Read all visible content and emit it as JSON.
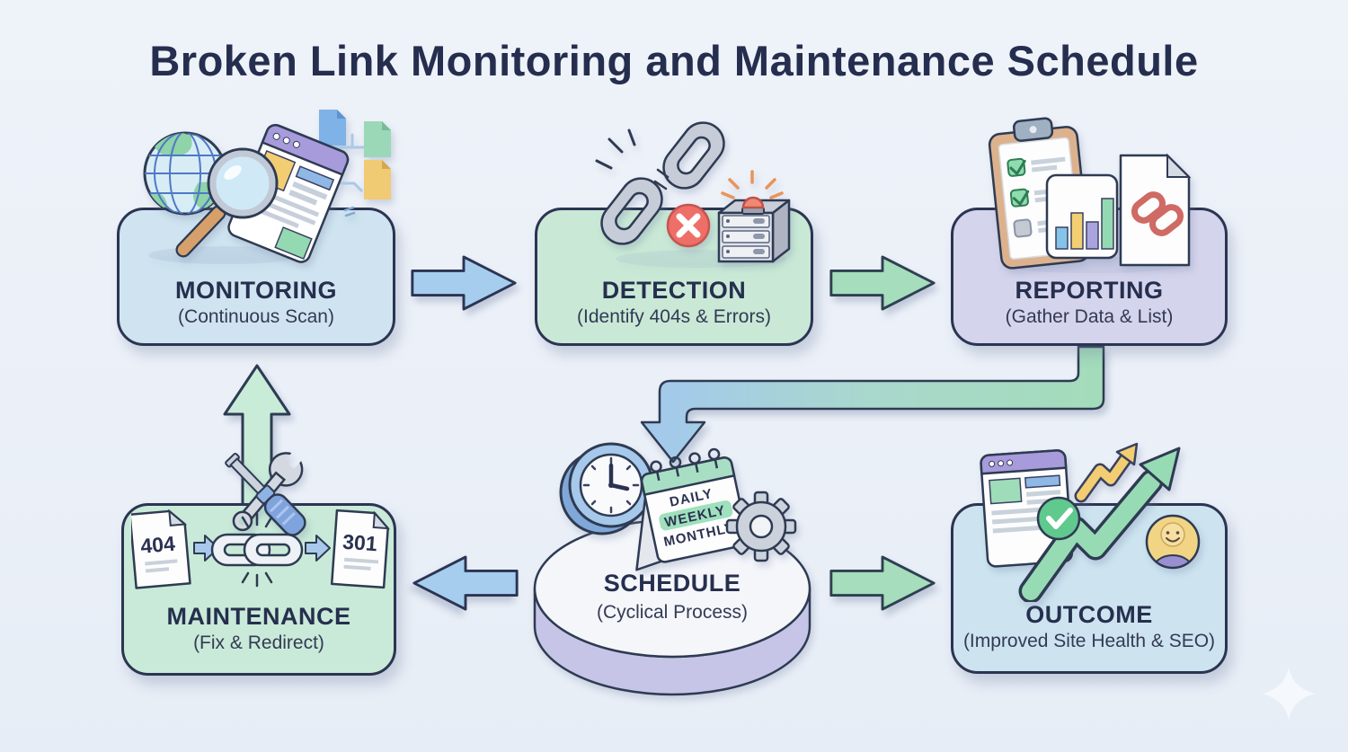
{
  "title": "Broken Link Monitoring and Maintenance Schedule",
  "nodes": {
    "monitoring": {
      "label": "MONITORING",
      "sublabel": "(Continuous Scan)"
    },
    "detection": {
      "label": "DETECTION",
      "sublabel": "(Identify 404s & Errors)"
    },
    "reporting": {
      "label": "REPORTING",
      "sublabel": "(Gather Data & List)"
    },
    "maintenance": {
      "label": "MAINTENANCE",
      "sublabel": "(Fix & Redirect)",
      "doc_from": "404",
      "doc_to": "301"
    },
    "schedule": {
      "label": "SCHEDULE",
      "sublabel": "(Cyclical Process)",
      "calendar": [
        "DAILY",
        "WEEKLY",
        "MONTHLY"
      ],
      "calendar_highlight": "WEEKLY"
    },
    "outcome": {
      "label": "OUTCOME",
      "sublabel": "(Improved Site Health & SEO)"
    }
  },
  "colors": {
    "background": "#edf1f8",
    "title_text": "#252e4e",
    "box_border": "#2b3452",
    "monitoring_fill": "#cfe4f0",
    "detection_fill": "#c9e9d6",
    "reporting_fill": "#d4d4ec",
    "maintenance_fill": "#c9ead8",
    "outcome_fill": "#cde4f0",
    "schedule_top_fill": "#f4f6fa",
    "schedule_side_fill": "#c6c5e8",
    "arrow_blue": "#a6cdee",
    "arrow_green": "#a5ddbd",
    "arrow_pale_green": "#c9ecd9",
    "error_red": "#ee6f68",
    "highlight_green": "#9fe0bd"
  }
}
